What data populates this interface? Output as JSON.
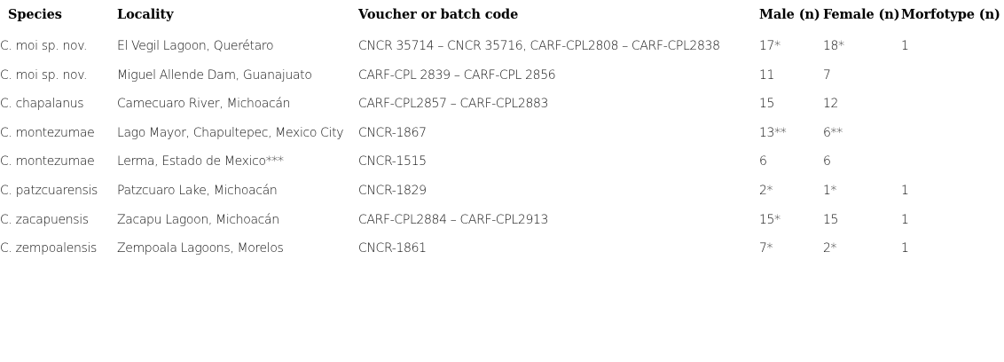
{
  "table": {
    "columns": [
      {
        "key": "species",
        "label": "Species"
      },
      {
        "key": "locality",
        "label": "Locality"
      },
      {
        "key": "voucher",
        "label": "Voucher or batch code"
      },
      {
        "key": "male",
        "label": "Male (n)"
      },
      {
        "key": "female",
        "label": "Female (n)"
      },
      {
        "key": "morfotype",
        "label": "Morfotype (n)"
      }
    ],
    "rows": [
      {
        "species": "C. moi sp. nov.",
        "locality": "El Vegil Lagoon, Querétaro",
        "voucher": "CNCR 35714 – CNCR 35716, CARF-CPL2808 – CARF-CPL2838",
        "male": "17*",
        "female": "18*",
        "morfotype": "1"
      },
      {
        "species": "C. moi sp. nov.",
        "locality": "Miguel Allende Dam, Guanajuato",
        "voucher": "CARF-CPL 2839 – CARF-CPL 2856",
        "male": "11",
        "female": "7",
        "morfotype": ""
      },
      {
        "species": "C. chapalanus",
        "locality": "Camecuaro River, Michoacán",
        "voucher": "CARF-CPL2857 – CARF-CPL2883",
        "male": "15",
        "female": "12",
        "morfotype": ""
      },
      {
        "species": "C. montezumae",
        "locality": "Lago Mayor, Chapultepec, Mexico City",
        "voucher": "CNCR-1867",
        "male": "13**",
        "female": "6**",
        "morfotype": ""
      },
      {
        "species": "C. montezumae",
        "locality": "Lerma, Estado de Mexico***",
        "voucher": "CNCR-1515",
        "male": "6",
        "female": "6",
        "morfotype": ""
      },
      {
        "species": "C. patzcuarensis",
        "locality": "Patzcuaro Lake, Michoacán",
        "voucher": "CNCR-1829",
        "male": "2*",
        "female": "1*",
        "morfotype": "1"
      },
      {
        "species": "C. zacapuensis",
        "locality": "Zacapu Lagoon, Michoacán",
        "voucher": "CARF-CPL2884 – CARF-CPL2913",
        "male": "15*",
        "female": "15",
        "morfotype": "1"
      },
      {
        "species": "C. zempoalensis",
        "locality": "Zempoala Lagoons, Morelos",
        "voucher": "CNCR-1861",
        "male": "7*",
        "female": "2*",
        "morfotype": "1"
      }
    ]
  },
  "colors": {
    "background": "#ffffff",
    "text": "#000000"
  }
}
